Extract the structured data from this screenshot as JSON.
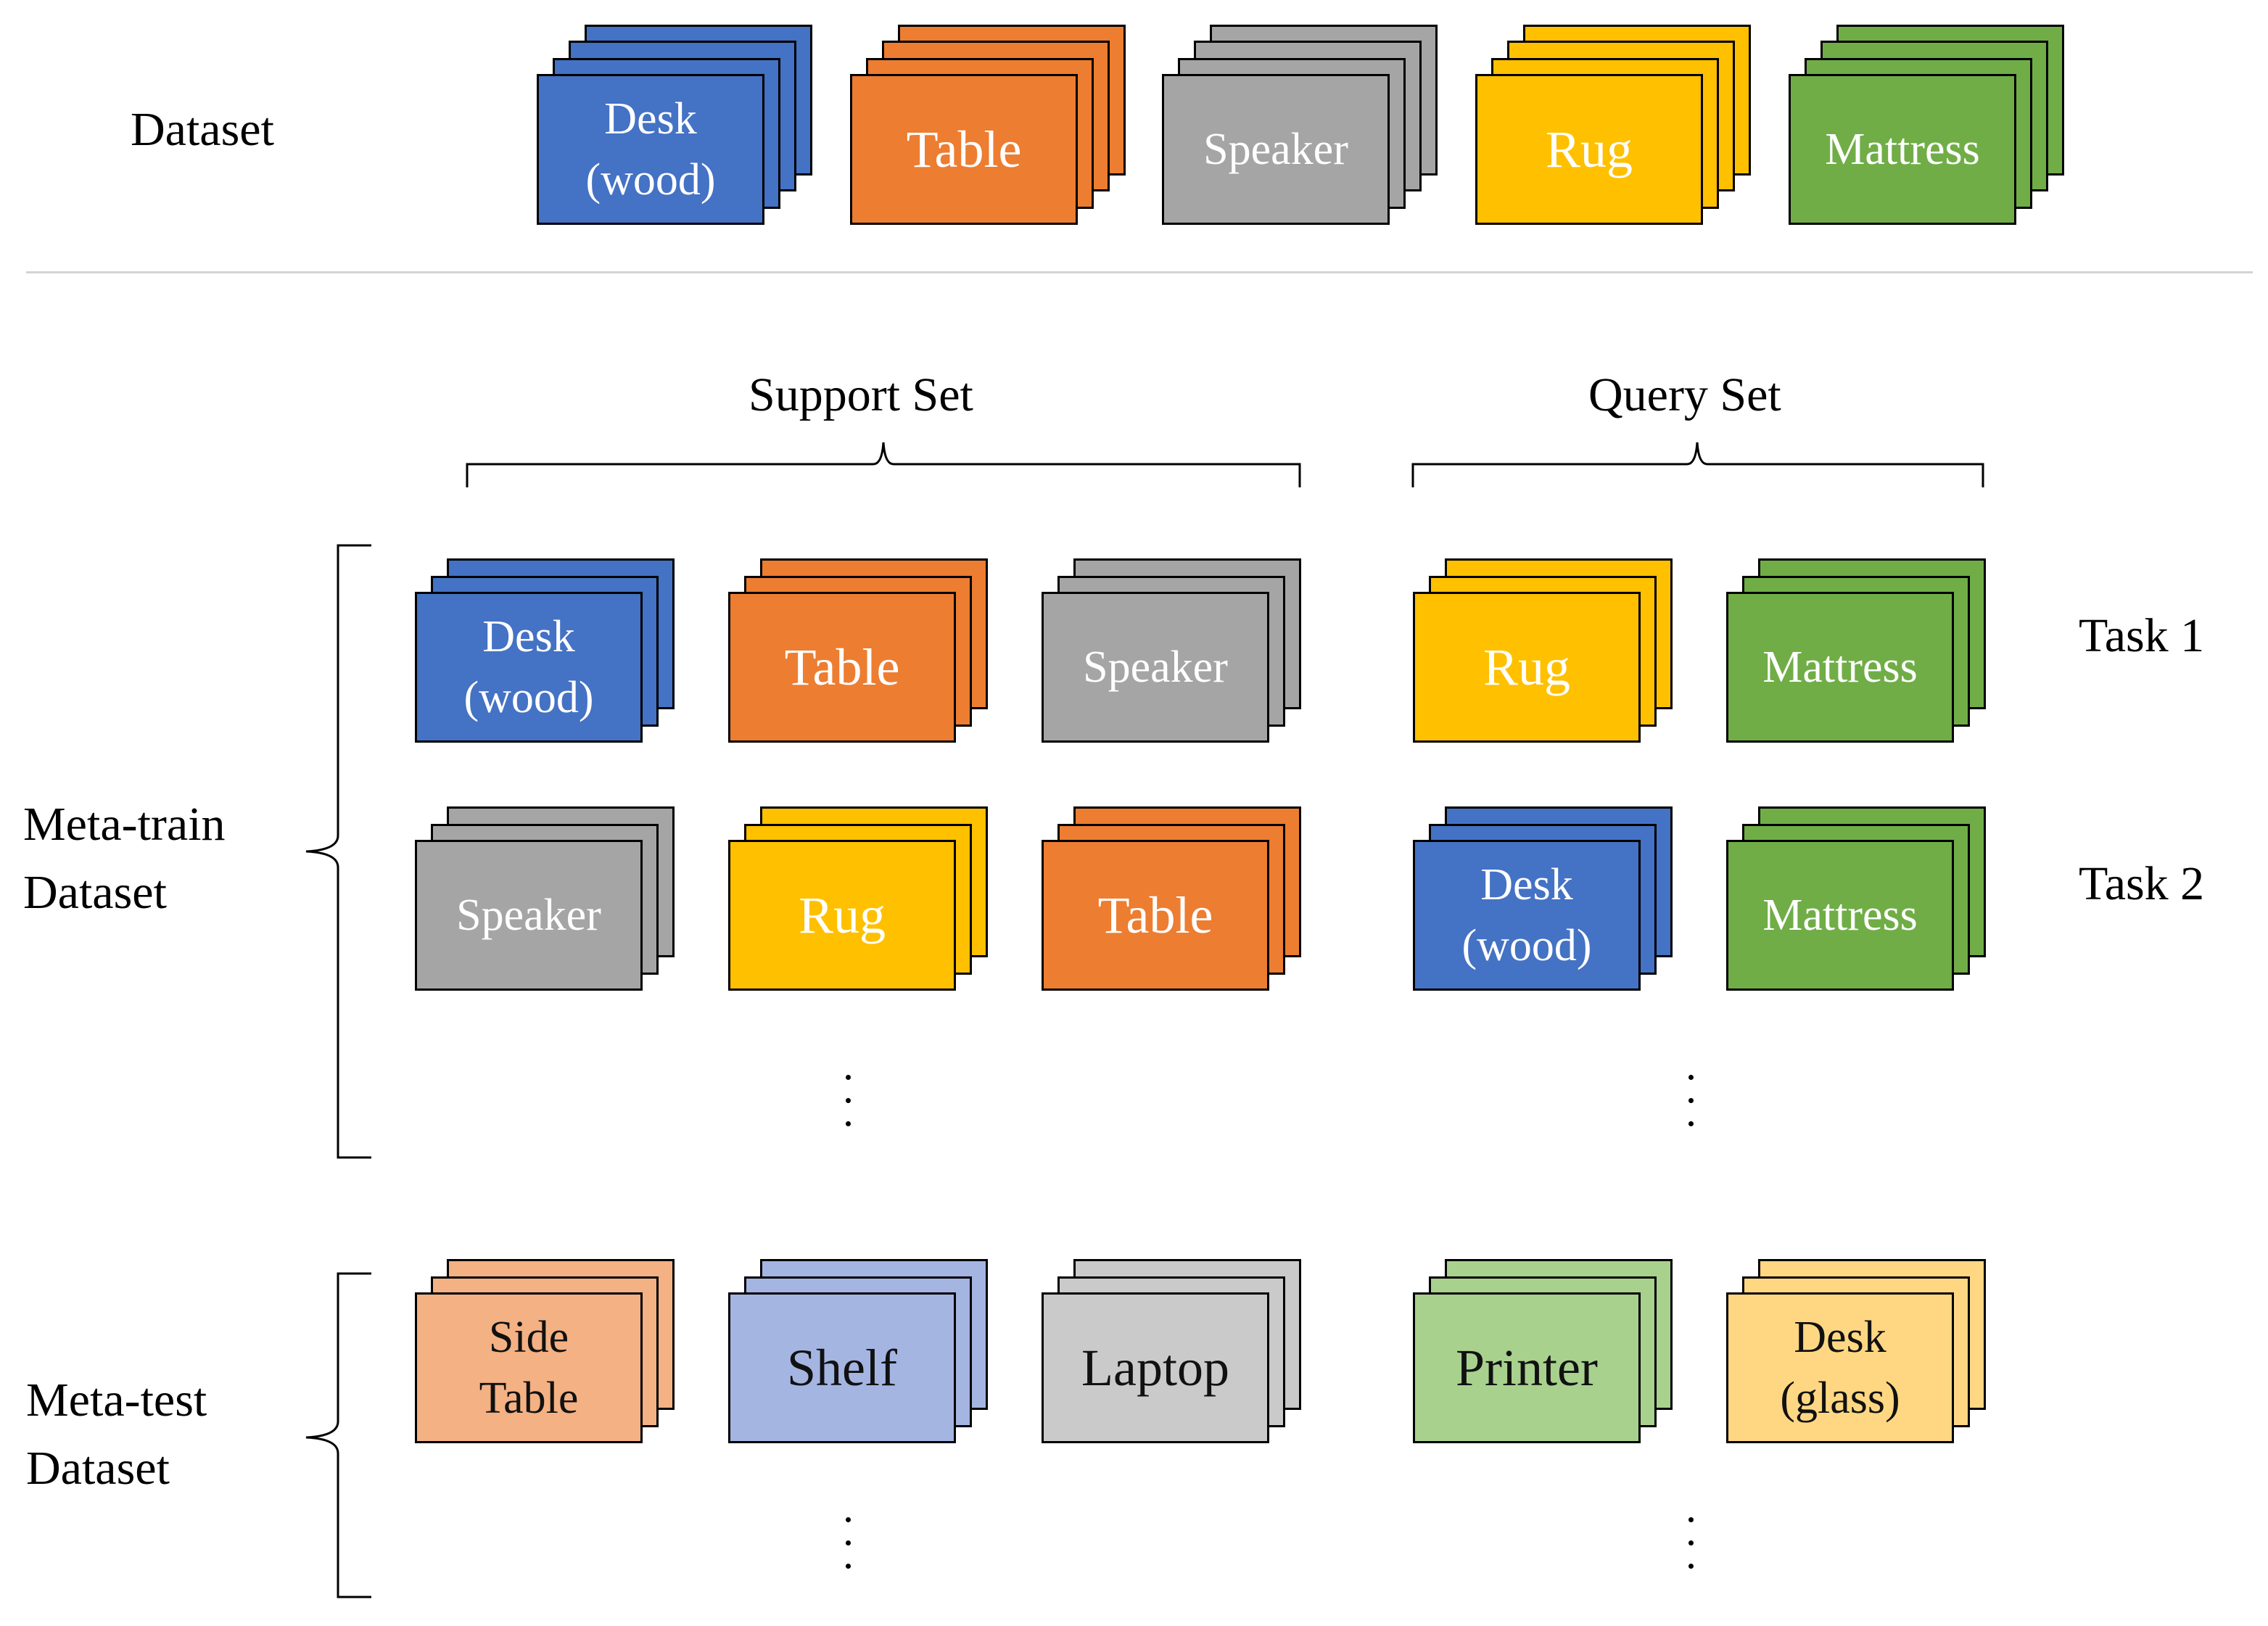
{
  "labels": {
    "dataset": "Dataset",
    "support_set": "Support Set",
    "query_set": "Query Set",
    "task1": "Task 1",
    "task2": "Task 2",
    "meta_train": "Meta-train\nDataset",
    "meta_test": "Meta-test\nDataset"
  },
  "colors": {
    "blue": "#4472C4",
    "orange": "#ED7D31",
    "gray": "#A5A5A5",
    "yellow": "#FFC000",
    "green": "#70AD47",
    "light_orange": "#F4B183",
    "light_blue": "#A4B5E2",
    "light_gray": "#CACACA",
    "light_green": "#A9D18E",
    "light_yellow": "#FFD783",
    "border": "#000000"
  },
  "dataset_row": [
    {
      "label": "Desk\n(wood)",
      "color": "blue"
    },
    {
      "label": "Table",
      "color": "orange"
    },
    {
      "label": "Speaker",
      "color": "gray"
    },
    {
      "label": "Rug",
      "color": "yellow"
    },
    {
      "label": "Mattress",
      "color": "green"
    }
  ],
  "task1": {
    "support": [
      {
        "label": "Desk\n(wood)",
        "color": "blue"
      },
      {
        "label": "Table",
        "color": "orange"
      },
      {
        "label": "Speaker",
        "color": "gray"
      }
    ],
    "query": [
      {
        "label": "Rug",
        "color": "yellow"
      },
      {
        "label": "Mattress",
        "color": "green"
      }
    ]
  },
  "task2": {
    "support": [
      {
        "label": "Speaker",
        "color": "gray"
      },
      {
        "label": "Rug",
        "color": "yellow"
      },
      {
        "label": "Table",
        "color": "orange"
      }
    ],
    "query": [
      {
        "label": "Desk\n(wood)",
        "color": "blue"
      },
      {
        "label": "Mattress",
        "color": "green"
      }
    ]
  },
  "meta_test": {
    "support": [
      {
        "label": "Side\nTable",
        "color": "light_orange"
      },
      {
        "label": "Shelf",
        "color": "light_blue"
      },
      {
        "label": "Laptop",
        "color": "light_gray"
      }
    ],
    "query": [
      {
        "label": "Printer",
        "color": "light_green"
      },
      {
        "label": "Desk\n(glass)",
        "color": "light_yellow"
      }
    ]
  }
}
